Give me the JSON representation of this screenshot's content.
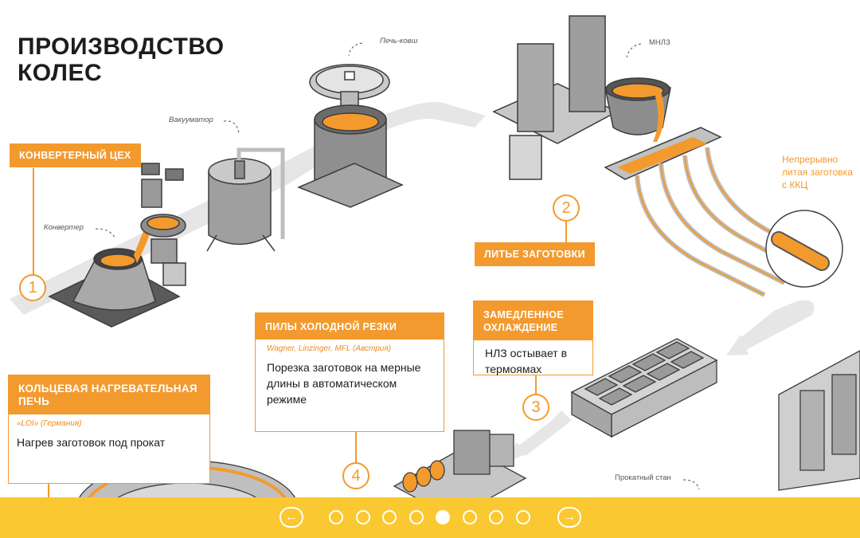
{
  "title": "ПРОИЗВОДСТВО КОЛЕС",
  "labels": {
    "converter": "Конвертер",
    "vacuumator": "Вакууматор",
    "ladle_furnace": "Печь-ковш",
    "mnlz": "МНЛЗ",
    "rolling_mill": "Прокатный стан",
    "billet": "Непрерывно литая заготовка с ККЦ"
  },
  "steps": {
    "s1": {
      "num": "1",
      "title": "КОНВЕРТЕРНЫЙ ЦЕХ"
    },
    "s2": {
      "num": "2",
      "title": "ЛИТЬЕ ЗАГОТОВКИ"
    },
    "s3": {
      "num": "3",
      "title": "ЗАМЕДЛЕННОЕ ОХЛАЖДЕНИЕ",
      "desc": "НЛЗ остывает в термоямах"
    },
    "s4": {
      "num": "4",
      "title": "ПИЛЫ ХОЛОДНОЙ РЕЗКИ",
      "vendor": "Wagner, Linzinger, MFL (Австрия)",
      "desc": "Порезка заготовок на мерные длины в автоматическом режиме"
    },
    "s5": {
      "title": "КОЛЬЦЕВАЯ НАГРЕВАТЕЛЬНАЯ ПЕЧЬ",
      "vendor": "«LOI» (Германия)",
      "desc": "Нагрев заготовок под прокат"
    }
  },
  "nav": {
    "prev": "←",
    "next": "→",
    "pages": 8,
    "current": 5
  },
  "colors": {
    "accent": "#f39a2e",
    "footer": "#fac830",
    "track": "#e6e6e6"
  },
  "icons": {
    "prev": "arrow-left-icon",
    "next": "arrow-right-icon"
  }
}
